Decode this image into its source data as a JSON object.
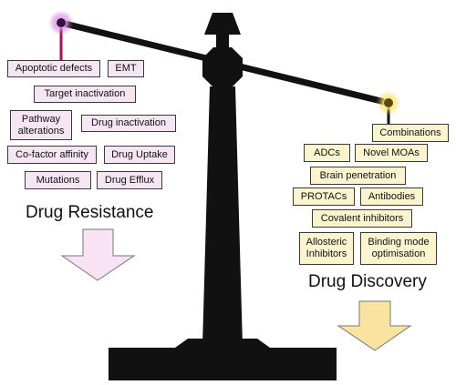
{
  "colors": {
    "scale": "#111111",
    "resistance_box": "#f6e6f3",
    "resistance_arrow": "#f8e3f4",
    "resistance_glow": "#c86bd8",
    "resistance_stem": "#a0145a",
    "discovery_box": "#fbf4cf",
    "discovery_arrow": "#f8e4a0",
    "discovery_glow": "#f5d94a",
    "discovery_stem": "#111111"
  },
  "resistance": {
    "heading": "Drug Resistance",
    "items": [
      "Apoptotic defects",
      "EMT",
      "Target inactivation",
      "Pathway\nalterations",
      "Drug inactivation",
      "Co-factor affinity",
      "Drug Uptake",
      "Mutations",
      "Drug Efflux"
    ]
  },
  "discovery": {
    "heading": "Drug Discovery",
    "items": [
      "Combinations",
      "ADCs",
      "Novel MOAs",
      "Brain penetration",
      "PROTACs",
      "Antibodies",
      "Covalent inhibitors",
      "Allosteric\nInhibitors",
      "Binding mode\noptimisation"
    ]
  }
}
